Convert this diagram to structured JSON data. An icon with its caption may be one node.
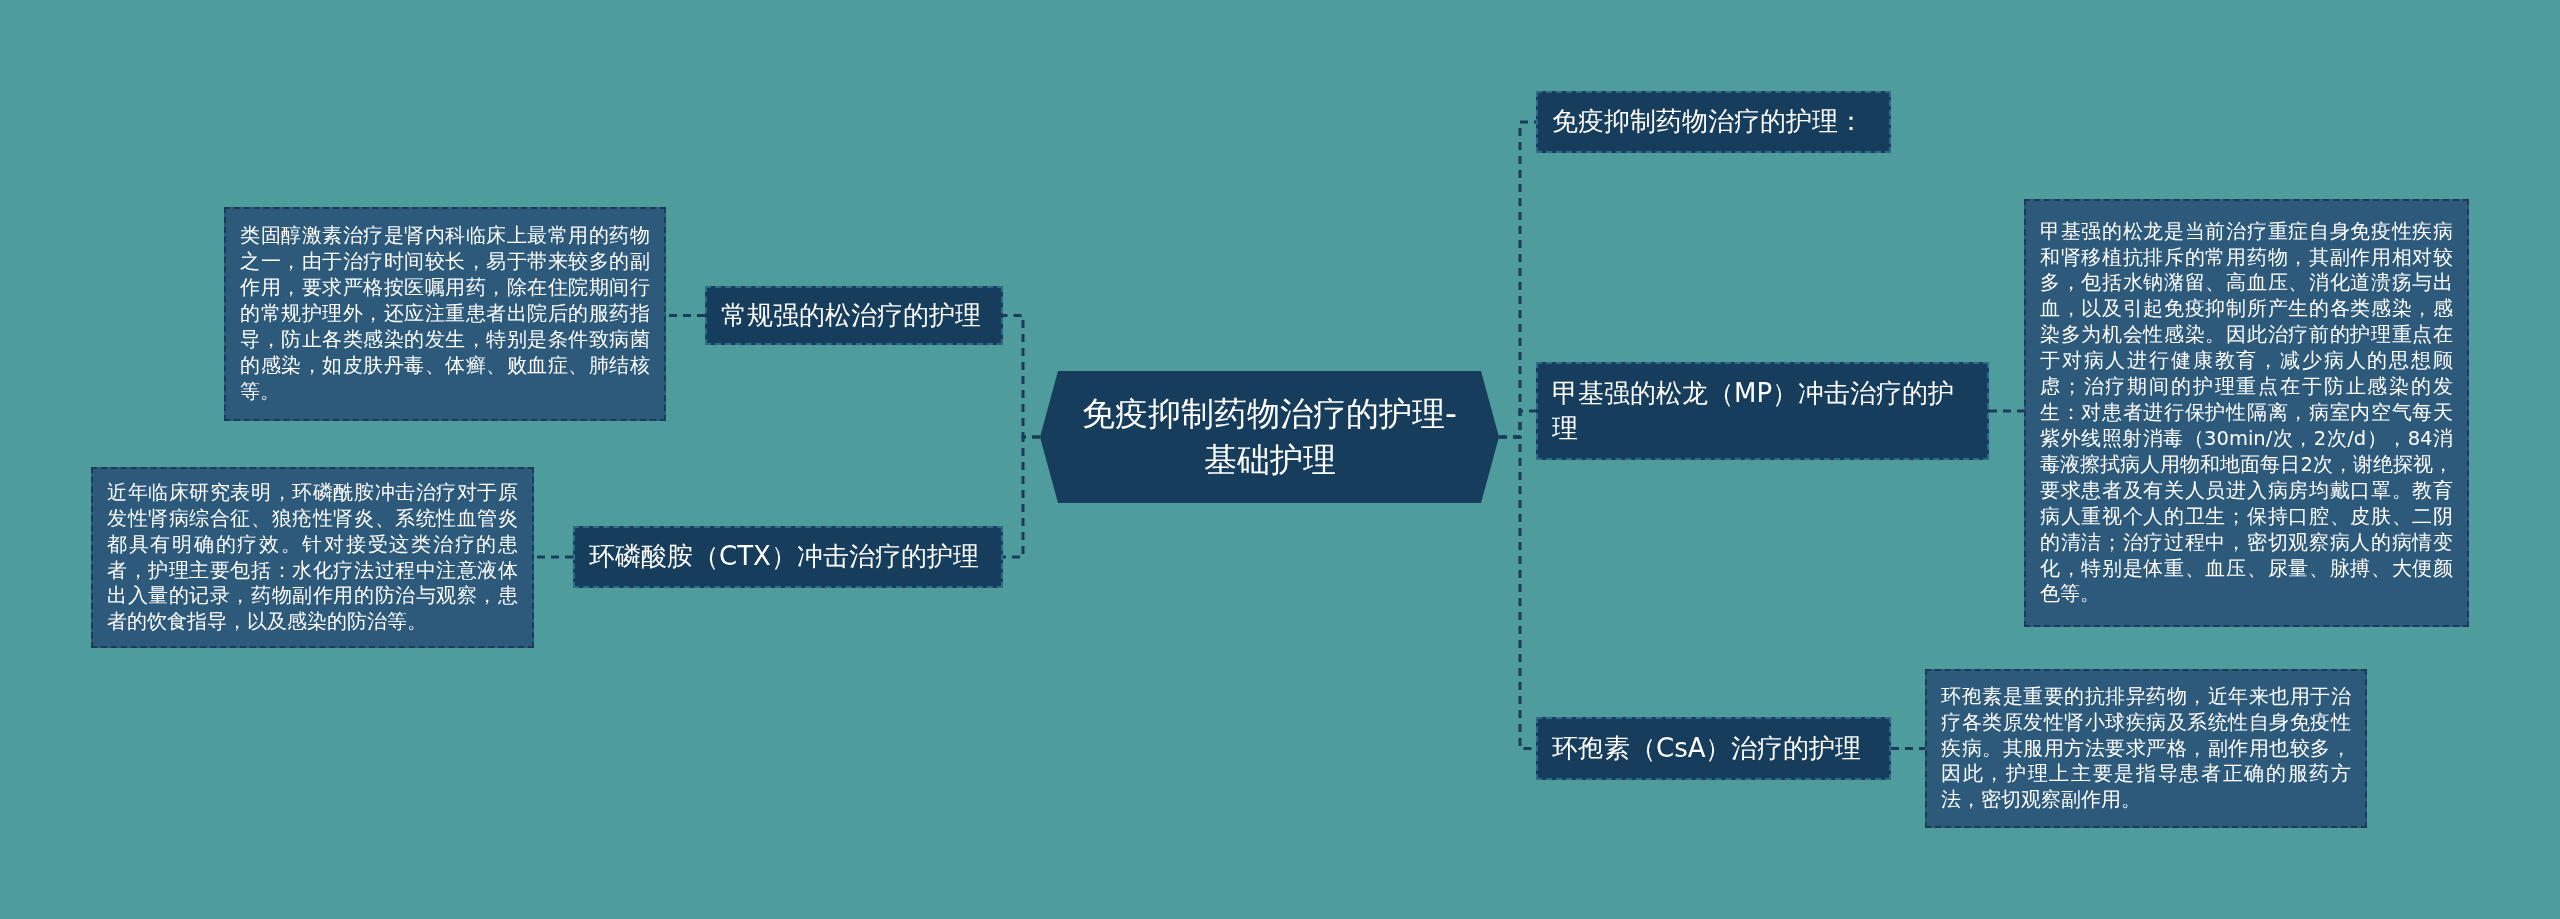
{
  "diagram": {
    "nodes": [
      {
        "text": [
          "免疫抑制药物治疗的护理-基础护理"
        ]
      },
      {
        "text": [
          "常规强的松治疗的护理"
        ]
      },
      {
        "text": [
          "类固醇激素治疗是肾内科临床上最常用的药物之一，由于治疗时间较长，易于带来较多的副作用，要求严格按医嘱用药，除在住院期间行的常规护理外，还应注重患者出院后的服药指导，防止各类感染的发生，特别是条件致病菌的感染，如皮肤丹毒、体癣、败血症、肺结核等。"
        ]
      },
      {
        "text": [
          "环磷酸胺（CTX）冲击治疗的护理"
        ]
      },
      {
        "text": [
          "近年临床研究表明，环磷酰胺冲击治疗对于原发性肾病综合征、狼疮性肾炎、系统性血管炎都具有明确的疗效。针对接受这类治疗的患者，护理主要包括：水化疗法过程中注意液体出入量的记录，药物副作用的防治与观察，患者的饮食指导，以及感染的防治等。"
        ]
      },
      {
        "text": [
          "免疫抑制药物治疗的护理："
        ]
      },
      {
        "text": [
          "甲基强的松龙（MP）冲击治疗的护理"
        ]
      },
      {
        "text": [
          "甲基强的松龙是当前治疗重症自身免疫性疾病和肾移植抗排斥的常用药物，其副作用相对较多，包括水钠潴留、高血压、消化道溃疡与出血，以及引起免疫抑制所产生的各类感染，感染多为机会性感染。因此治疗前的护理重点在于对病人进行健康教育，减少病人的思想顾虑；治疗期间的护理重点在于防止感染的发生：对患者进行保护性隔离，病室内空气每天紫外线照射消毒（30min/次，2次/d），84消毒液擦拭病人用物和地面每日2次，谢绝探视，要求患者及有关人员进入病房均戴口罩。教育病人重视个人的卫生；保持口腔、皮肤、二阴的清洁；治疗过程中，密切观察病人的病情变化，特别是体重、血压、尿量、脉搏、大便颜色等。"
        ]
      },
      {
        "text": [
          "环孢素（CsA）治疗的护理"
        ]
      },
      {
        "text": [
          "环孢素是重要的抗排异药物，近年来也用于治疗各类原发性肾小球疾病及系统性自身免疫性疾病。其服用方法要求严格，副作用也较多，因此，护理上主要是指导患者正确的服药方法，密切观察副作用。"
        ]
      }
    ],
    "edges": [
      {
        "from": 0,
        "to": 1,
        "arrow": "none"
      },
      {
        "from": 1,
        "to": 2,
        "arrow": "none"
      },
      {
        "from": 0,
        "to": 3,
        "arrow": "none"
      },
      {
        "from": 3,
        "to": 4,
        "arrow": "none"
      },
      {
        "from": 0,
        "to": 5,
        "arrow": "none"
      },
      {
        "from": 0,
        "to": 6,
        "arrow": "none"
      },
      {
        "from": 6,
        "to": 7,
        "arrow": "none"
      },
      {
        "from": 0,
        "to": 8,
        "arrow": "none"
      },
      {
        "from": 8,
        "to": 9,
        "arrow": "none"
      }
    ]
  }
}
